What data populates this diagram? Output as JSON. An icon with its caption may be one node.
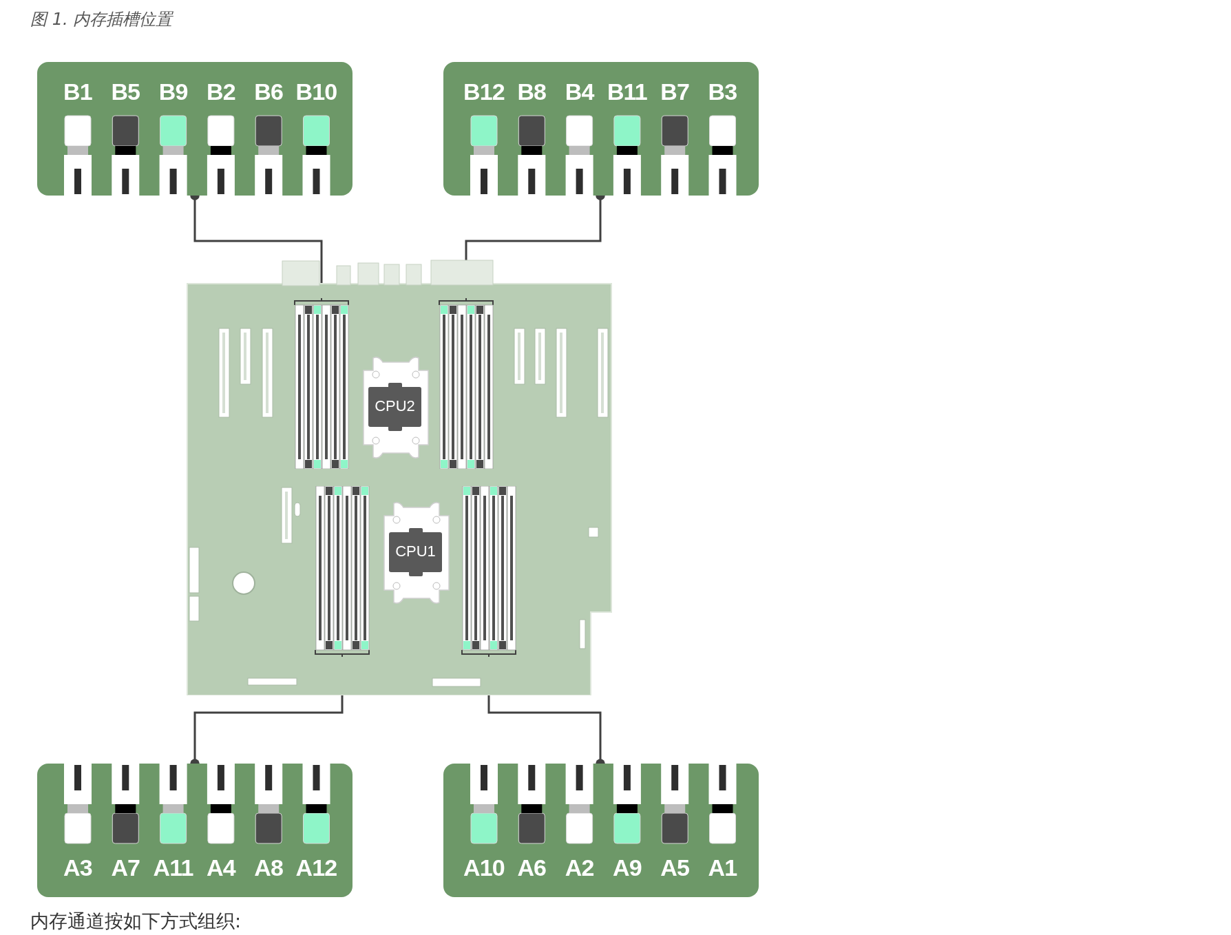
{
  "diagram": {
    "title": "图 1. 内存插槽位置",
    "nodes": [
      {
        "text": [
          "B1",
          "B5",
          "B9",
          "B2",
          "B6",
          "B10"
        ]
      },
      {
        "text": [
          "B12",
          "B8",
          "B4",
          "B11",
          "B7",
          "B3"
        ]
      },
      {
        "text": [],
        "shape": "picture"
      },
      {
        "text": [
          "CPU2"
        ],
        "in": 2
      },
      {
        "text": [
          "CPU1"
        ],
        "in": 2
      },
      {
        "text": [],
        "shape": "box",
        "in": 2
      },
      {
        "text": [],
        "shape": "box",
        "in": 2
      },
      {
        "text": [],
        "shape": "box",
        "in": 2
      },
      {
        "text": [],
        "shape": "box",
        "in": 2
      },
      {
        "text": [
          "A3",
          "A7",
          "A11",
          "A4",
          "A8",
          "A12"
        ]
      },
      {
        "text": [
          "A10",
          "A6",
          "A2",
          "A9",
          "A5",
          "A1"
        ]
      }
    ],
    "edges": [
      {
        "from": 0,
        "to": 5,
        "arrow": "other"
      },
      {
        "from": 1,
        "to": 6,
        "arrow": "other"
      },
      {
        "from": 9,
        "to": 7,
        "arrow": "other"
      },
      {
        "from": 10,
        "to": 8,
        "arrow": "other"
      }
    ],
    "labels": [
      "内存通道按如下方式组织:"
    ]
  }
}
